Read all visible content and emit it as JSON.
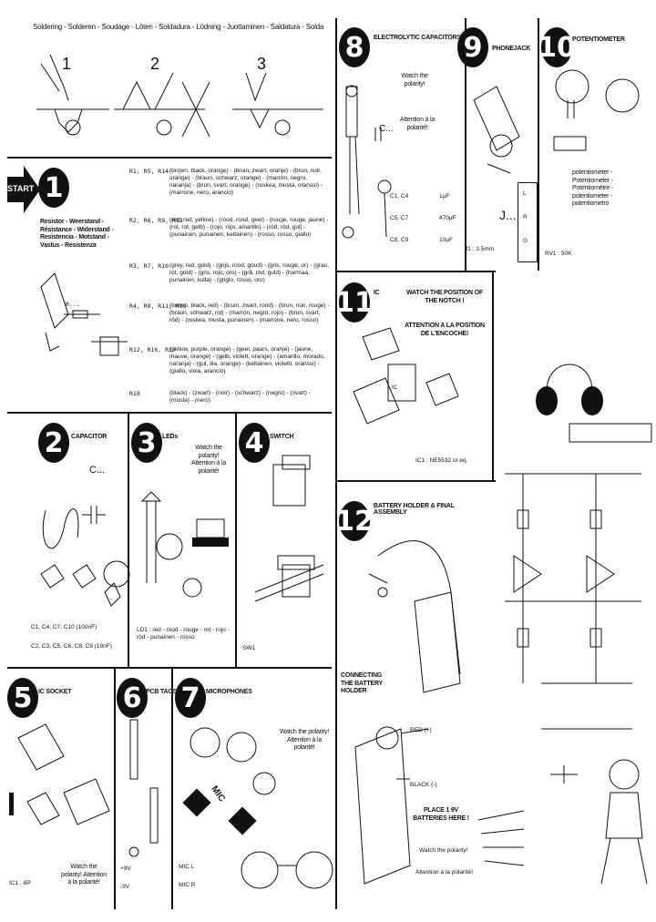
{
  "header": {
    "soldering_title": "Soldering - Solderen - Soudage - Löten - Soldadura - Lödning - Juottaminen - Saldatura - Solda",
    "steps": [
      "1",
      "2",
      "3"
    ]
  },
  "start_label": "START",
  "section1": {
    "number": "1",
    "title": "Resistor - Weerstand - Résistance - Widerstand - Resistencia - Motstand - Vastus - Resistenza",
    "rows": [
      {
        "part": "R1, R5, R14",
        "text": "(brown, black, orange) - (bruin, zwart, oranje) - (brun, noir, orange) - (braun, schwarz, orange) - (marrón, negro, naranja) - (brun, svart, orange) - (ruskea, musta, oranssi) - (marrone, nero, arancio)"
      },
      {
        "part": "R2, R6, R9, R13",
        "text": "(red, red, yellow) - (rood, rood, geel) - (rouge, rouge, jaune) - (rot, rot, gelb) - (rojo, rojo, amarillo) - (röd, röd, gul) - (punainen, punainen, keltainen) - (rosso, rosso, giallo)"
      },
      {
        "part": "R3, R7, R10",
        "text": "(grey, red, gold) - (grijs, rood, goud) - (gris, rouge, or) - (grau, rot, gold) - (gris, rojo, oro) - (grå, röd, guld) - (harmaa, punainen, kulta) - (grigio, rosso, oro)"
      },
      {
        "part": "R4, R8, R11, R15",
        "text": "(brown, black, red) - (bruin, zwart, rood) - (brun, noir, rouge) - (braun, schwarz, rot) - (marrón, negro, rojo) - (brun, svart, röd) - (ruskea, musta, punainen) - (marrone, nero, rosso)"
      },
      {
        "part": "R12, R16, R17",
        "text": "(yellow, purple, orange) - (geel, paars, oranje) - (jaune, mauve, orange) - (gelb, violett, orange) - (amarillo, morado, naranja) - (gul, lila, orange) - (keltainen, violetti, oranssi) - (giallo, viola, arancio)"
      },
      {
        "part": "R18",
        "text": "(black) - (zwart) - (noir) - (schwarz) - (negro) - (svart) - (musta) - (nero)"
      }
    ],
    "diagram_label": "R..."
  },
  "section2": {
    "number": "2",
    "title": "CAPACITOR",
    "label": "C...",
    "parts": [
      "C1, C4, C7, C10 (100nF)",
      "C2, C3, C5, C6, C8, C9 (10nF)"
    ]
  },
  "section3": {
    "number": "3",
    "title": "LEDs",
    "note": "Watch the polarity! Attention à la polarité!",
    "footnote": "LD1 : red - rood - rouge - rot - rojo - röd - punainen - rosso"
  },
  "section4": {
    "number": "4",
    "title": "SWITCH",
    "part": "SW1"
  },
  "section5": {
    "number": "5",
    "title": "IC SOCKET",
    "note": "Watch the polarity! Attention à la polarité!",
    "part": "IC1 : 8P"
  },
  "section6": {
    "number": "6",
    "title": "PCB TAGS",
    "parts": [
      "+9V",
      "-9V"
    ]
  },
  "section7": {
    "number": "7",
    "title": "MICROPHONES",
    "note": "Watch the polarity! Attention à la polarité!",
    "labels": [
      "MIC",
      "MIC L",
      "MIC R"
    ]
  },
  "section8": {
    "number": "8",
    "title": "ELECTROLYTIC CAPACITORS",
    "note1": "Watch the polarity!",
    "note2": "Attention à la polarité!",
    "label": "C...",
    "parts": [
      {
        "ref": "C1, C4",
        "value": "1µF"
      },
      {
        "ref": "C5, C7",
        "value": "470µF"
      },
      {
        "ref": "C8, C9",
        "value": "10µF"
      }
    ]
  },
  "section9": {
    "number": "9",
    "title": "PHONEJACK",
    "label": "J...",
    "part": "J1 : 3.5mm",
    "pins": [
      "L",
      "R",
      "G"
    ]
  },
  "section10": {
    "number": "10",
    "title": "POTENTIOMETER",
    "text": "potentiometer - Potentiometer - Potentiomètre - potentiometer - potentiometro",
    "part": "RV1 : 50K"
  },
  "section11": {
    "number": "11",
    "title": "IC",
    "note1": "WATCH THE POSITION OF THE NOTCH !",
    "note2": "ATTENTION A LA POSITION DE L'ENCOCHE!",
    "label": "IC",
    "part": "IC1 : NE5532 or eq."
  },
  "section12": {
    "number": "12",
    "title": "BATTERY HOLDER & FINAL ASSEMBLY",
    "connect": "CONNECTING THE BATTERY HOLDER",
    "red": "RED (+)",
    "black": "BLACK (-)",
    "place": "PLACE 1 9V BATTERIES HERE !",
    "pol1": "Watch the polarity!",
    "pol2": "Attention à la polarité!"
  },
  "colors": {
    "ink": "#111111",
    "paper": "#ffffff"
  }
}
